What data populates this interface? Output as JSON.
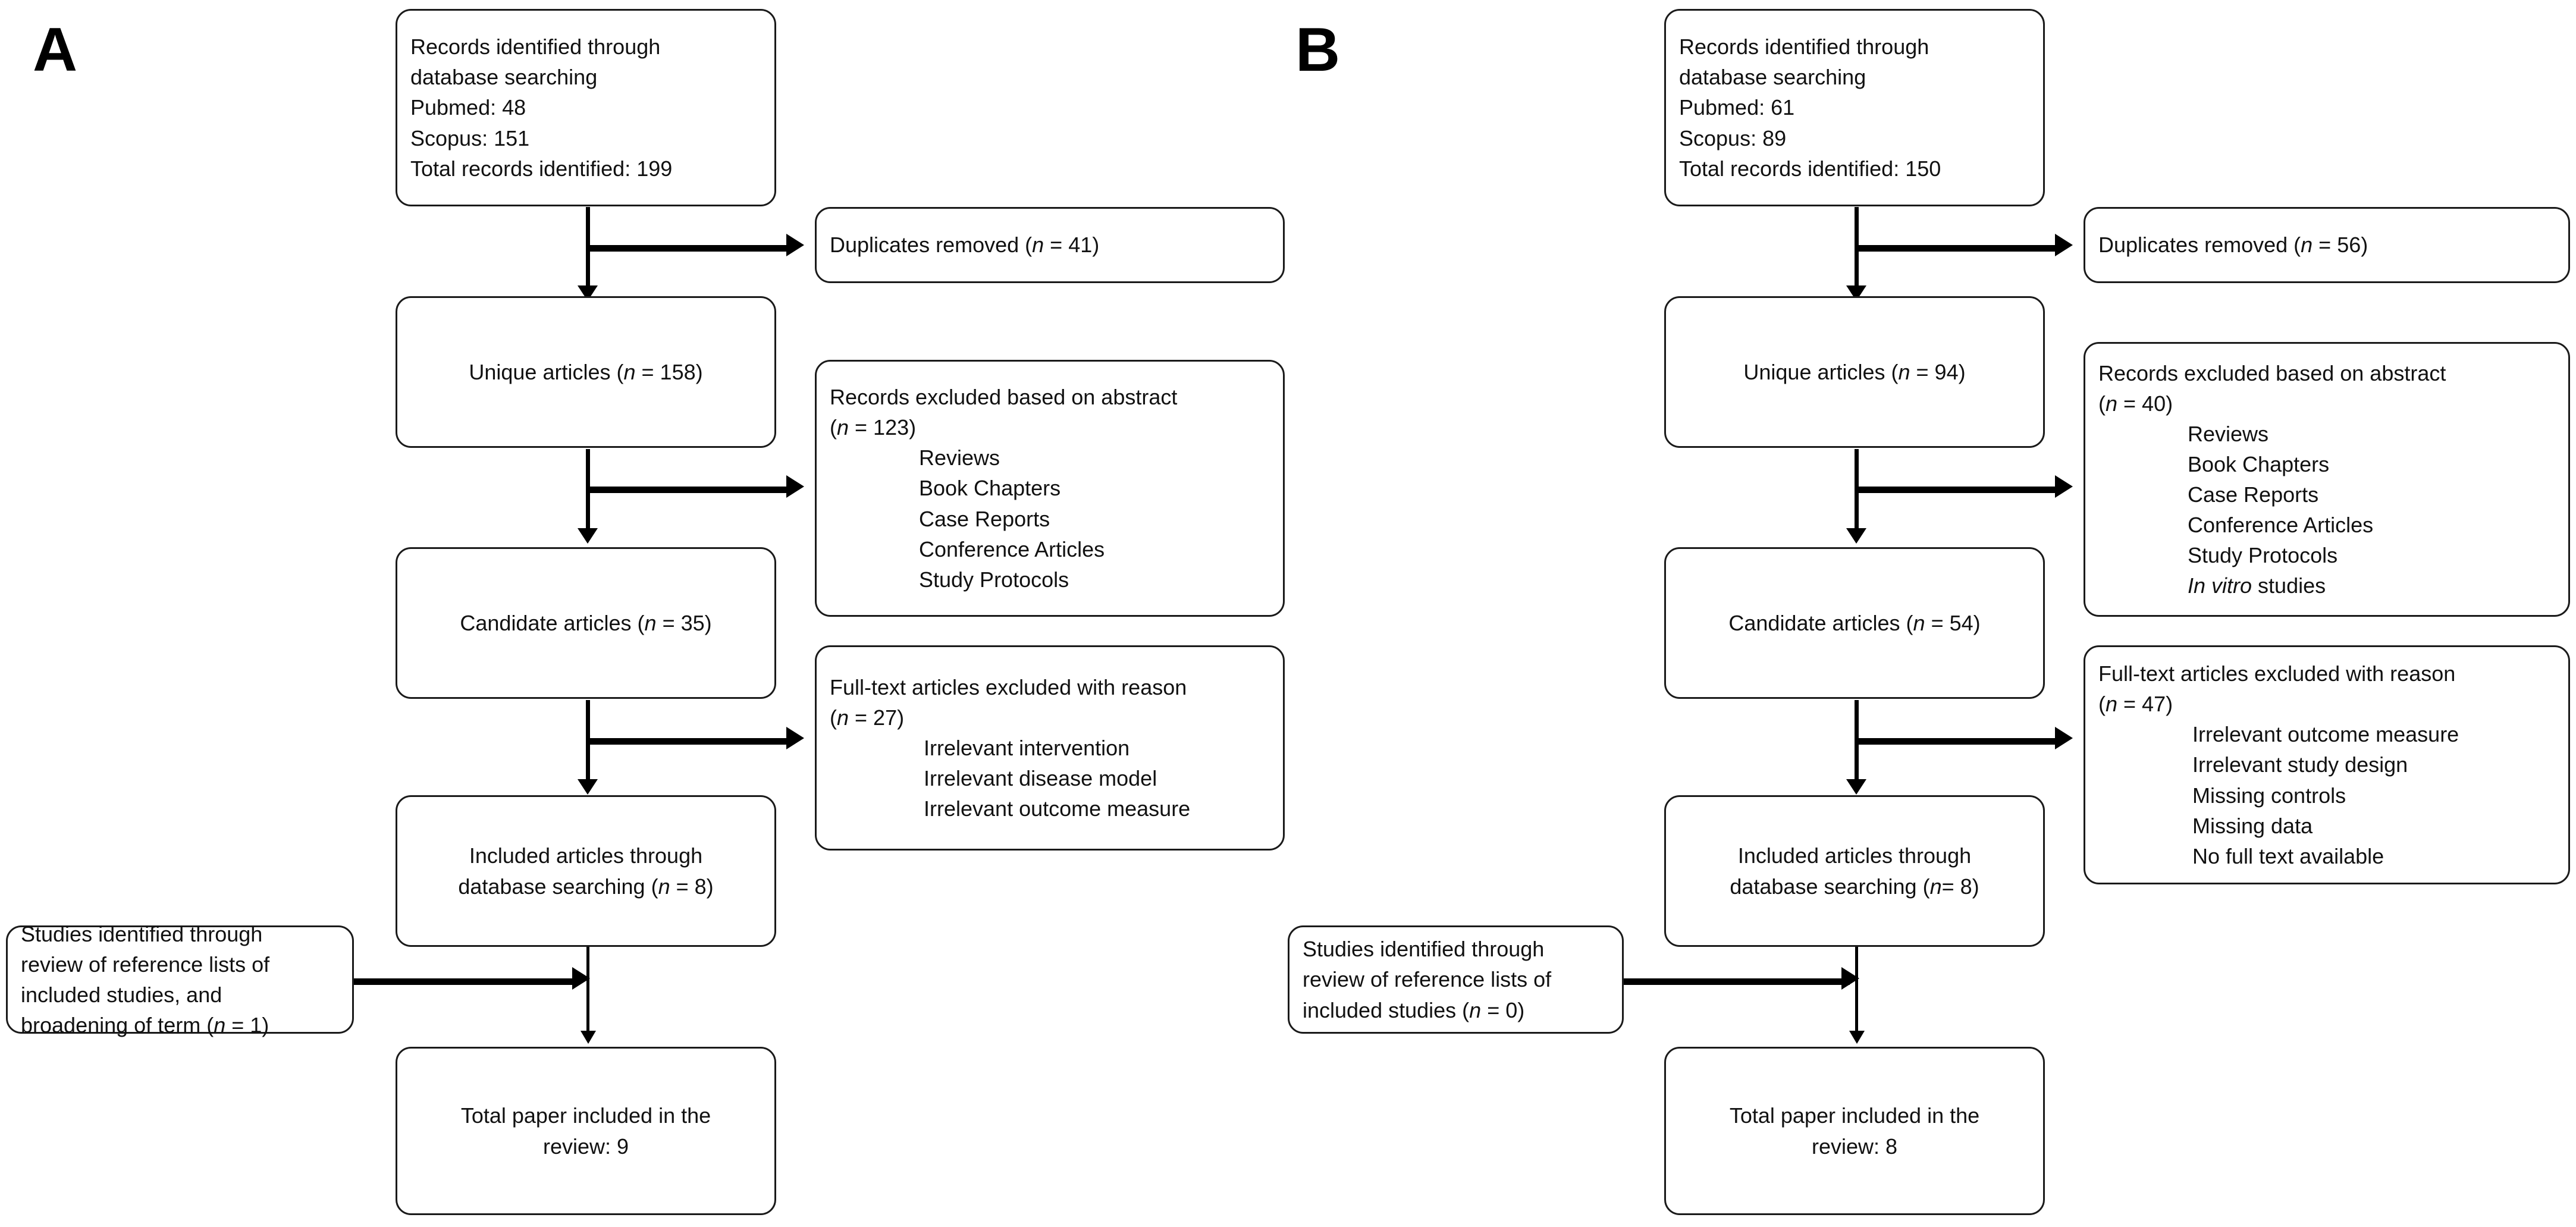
{
  "figure": {
    "type": "prisma-flow-diagram",
    "panels": [
      {
        "label": "A",
        "nodes": {
          "identified": {
            "line1": "Records identified through",
            "line2": "database searching",
            "line3": "Pubmed: 48",
            "line4": "Scopus: 151",
            "line5": "Total records identified: 199"
          },
          "duplicates": {
            "text": "Duplicates removed (n = 41)"
          },
          "unique": {
            "text": "Unique articles (n = 158)"
          },
          "excluded_abstract": {
            "line1": "Records excluded based on abstract",
            "line2": "(n = 123)",
            "reasons": [
              "Reviews",
              "Book Chapters",
              "Case Reports",
              "Conference Articles",
              "Study Protocols"
            ]
          },
          "candidate": {
            "text": "Candidate articles (n = 35)"
          },
          "excluded_fulltext": {
            "line1": "Full-text articles excluded with reason",
            "line2": "(n = 27)",
            "reasons": [
              "Irrelevant intervention",
              "Irrelevant disease model",
              "Irrelevant outcome measure"
            ]
          },
          "included_db": {
            "line1": "Included articles through",
            "line2": "database searching (n = 8)"
          },
          "reference_lists": {
            "line1": "Studies identified through",
            "line2": "review of reference lists of",
            "line3": "included studies, and",
            "line4": "broadening of term (n = 1)"
          },
          "total": {
            "line1": "Total paper included in the",
            "line2": "review: 9"
          }
        }
      },
      {
        "label": "B",
        "nodes": {
          "identified": {
            "line1": "Records identified through",
            "line2": "database searching",
            "line3": "Pubmed: 61",
            "line4": "Scopus: 89",
            "line5": "Total records identified: 150"
          },
          "duplicates": {
            "text": "Duplicates removed (n = 56)"
          },
          "unique": {
            "text": "Unique articles (n = 94)"
          },
          "excluded_abstract": {
            "line1": "Records excluded based on abstract",
            "line2": "(n = 40)",
            "reasons": [
              "Reviews",
              "Book Chapters",
              "Case Reports",
              "Conference Articles",
              "Study Protocols"
            ],
            "reason_italic_prefix": "In vitro",
            "reason_italic_suffix": " studies"
          },
          "candidate": {
            "text": "Candidate articles (n = 54)"
          },
          "excluded_fulltext": {
            "line1": "Full-text articles excluded with reason",
            "line2": "(n = 47)",
            "reasons": [
              "Irrelevant outcome measure",
              "Irrelevant study design",
              "Missing controls",
              "Missing data",
              "No full text available"
            ]
          },
          "included_db": {
            "line1": "Included articles through",
            "line2": "database searching (n= 8)"
          },
          "reference_lists": {
            "line1": "Studies identified through",
            "line2": "review of reference lists of",
            "line3": "included studies (n = 0)"
          },
          "total": {
            "line1": "Total paper included in the",
            "line2": "review: 8"
          }
        }
      }
    ],
    "colors": {
      "stroke": "#1a1a1a",
      "arrow": "#000000",
      "background": "#ffffff",
      "text": "#111111"
    }
  }
}
